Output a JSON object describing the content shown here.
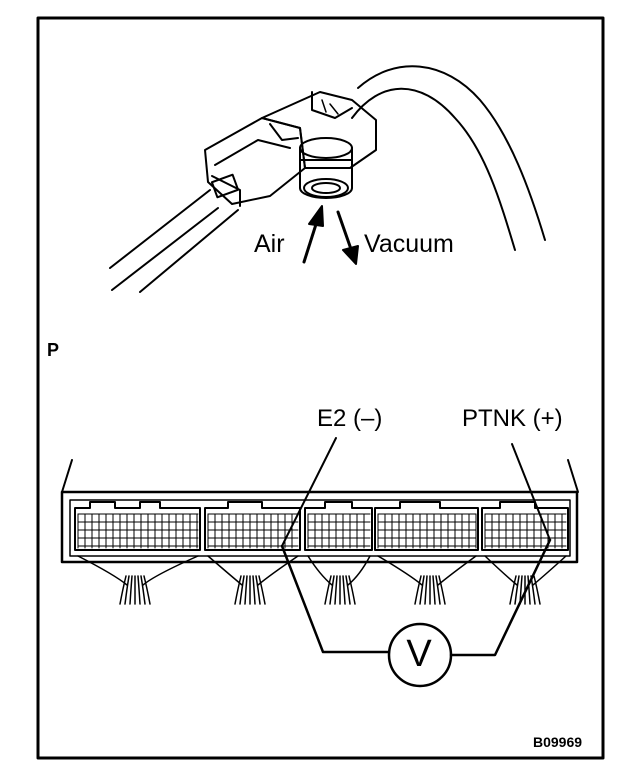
{
  "labels": {
    "air": "Air",
    "vacuum": "Vacuum",
    "p": "P",
    "e2": "E2 (–)",
    "ptnk": "PTNK (+)",
    "voltmeter": "V",
    "figure_code": "B09969"
  },
  "icons": {
    "voltmeter": "voltmeter-circle-icon",
    "arrows": "airflow-arrows-icon"
  },
  "colors": {
    "line": "#000000",
    "background": "#ffffff"
  }
}
